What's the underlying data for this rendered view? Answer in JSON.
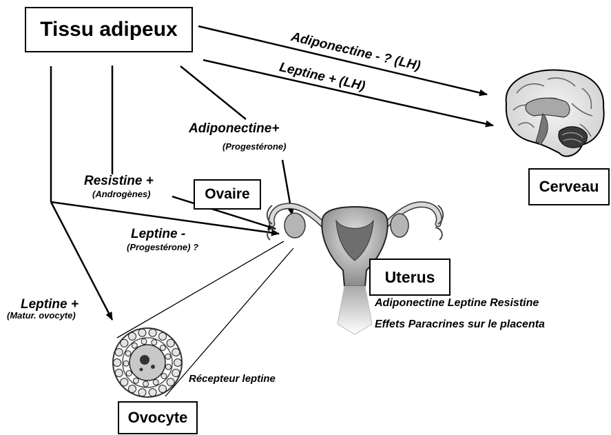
{
  "nodes": {
    "tissu": "Tissu adipeux",
    "cerveau": "Cerveau",
    "ovaire": "Ovaire",
    "uterus": "Uterus",
    "ovocyte": "Ovocyte"
  },
  "labels": {
    "adipo_brain": "Adiponectine  - ? (LH)",
    "leptine_brain": "Leptine + (LH)",
    "adipo_ovary": "Adiponectine+",
    "adipo_ovary_sub": "(Progestérone)",
    "resistine": "Resistine +",
    "resistine_sub": "(Androgènes)",
    "leptine_ovary": "Leptine -",
    "leptine_ovary_sub": "(Progestérone) ?",
    "leptine_oocyte": "Leptine +",
    "leptine_oocyte_sub": "(Matur. ovocyte)",
    "uterus_line1": "Adiponectine Leptine Resistine",
    "uterus_line2": "Effets Paracrines sur le placenta",
    "recepteur": "Récepteur leptine"
  }
}
